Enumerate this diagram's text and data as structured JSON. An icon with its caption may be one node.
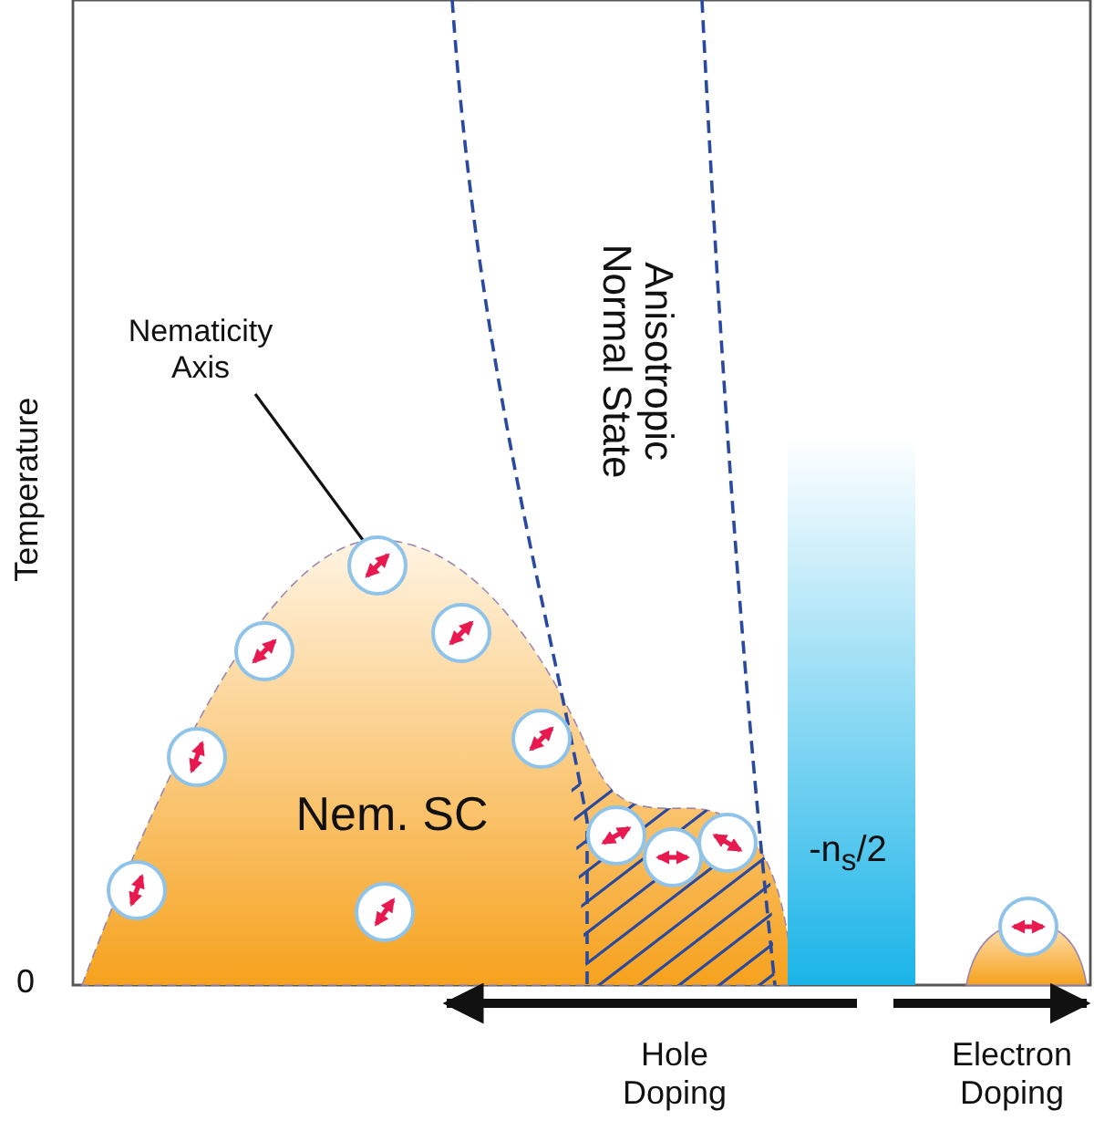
{
  "diagram": {
    "nodes": [
      {
        "text": [
          "Nematicity Axis"
        ]
      },
      {
        "text": [],
        "shape": "picture"
      }
    ],
    "edges": [
      {
        "from": 0,
        "to": 1,
        "arrow": "none"
      }
    ],
    "labels": [
      "Temperature",
      "0",
      "Nem. SC",
      "Anisotropic Normal State",
      "-n$_{s}$/2",
      "Hole Doping",
      "Electron Doping"
    ]
  }
}
